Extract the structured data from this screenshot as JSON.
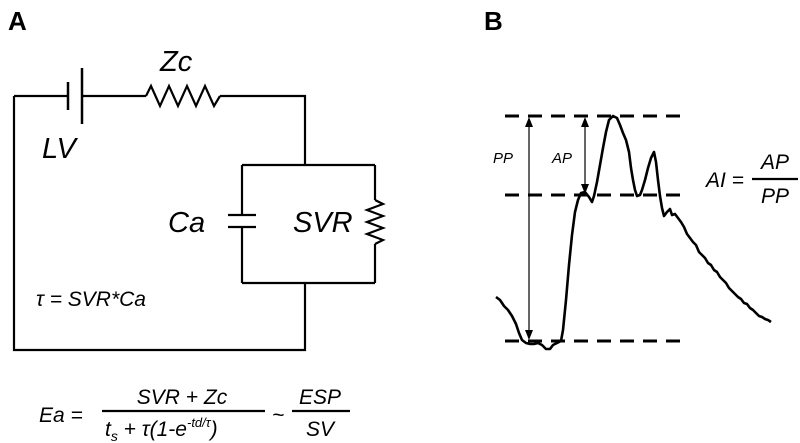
{
  "panel_a": {
    "label": "A",
    "components": {
      "zc": "Zc",
      "lv": "LV",
      "ca": "Ca",
      "svr": "SVR"
    },
    "tau_equation": "τ = SVR*Ca",
    "ea_equation": {
      "lhs": "Ea =",
      "numerator": "SVR + Zc",
      "denominator_ts": "t",
      "denominator_ts_sub": "s",
      "denominator_rest": " + τ(1-e",
      "denominator_exp": "-td/τ",
      "denominator_close": ")",
      "approx": "~",
      "rhs_numerator": "ESP",
      "rhs_denominator": "SV"
    }
  },
  "panel_b": {
    "label": "B",
    "pp_label": "PP",
    "ap_label": "AP",
    "ai_equation": {
      "lhs": "AI =",
      "numerator": "AP",
      "denominator": "PP"
    }
  }
}
